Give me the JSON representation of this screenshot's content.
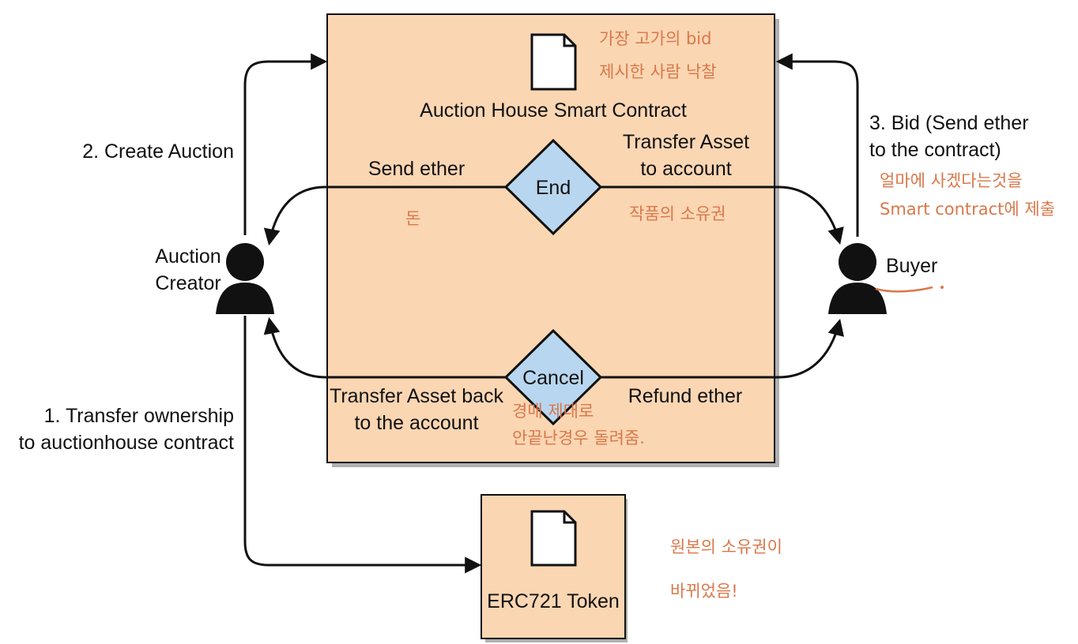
{
  "colors": {
    "box_fill": "#fbd6b3",
    "diamond_fill": "#b8d6ef",
    "stroke": "#111111",
    "handwriting": "#d9784a"
  },
  "contract": {
    "title": "Auction House Smart Contract",
    "icon": "document-icon"
  },
  "token": {
    "title": "ERC721 Token",
    "icon": "document-icon"
  },
  "actors": {
    "creator": "Auction\nCreator",
    "buyer": "Buyer"
  },
  "diamonds": {
    "end": "End",
    "cancel": "Cancel"
  },
  "steps": {
    "create": "2. Create Auction",
    "transfer": "1. Transfer ownership\nto auctionhouse contract",
    "bid": "3. Bid (Send ether\nto the contract)"
  },
  "flows": {
    "send_ether": "Send ether",
    "transfer_asset": "Transfer Asset\nto account",
    "transfer_back": "Transfer Asset back\nto the account",
    "refund": "Refund ether"
  },
  "notes": {
    "top": "가장 고가의 bid\n제시한 사람 낙찰",
    "money": "돈",
    "ownership": "작품의 소유권",
    "bid": "얼마에 사겠다는것을\nSmart contract에 제출",
    "cancel": "경매 제대로\n안끝난경우 돌려줌.",
    "token": "원본의 소유권이\n바뀌었음!"
  }
}
